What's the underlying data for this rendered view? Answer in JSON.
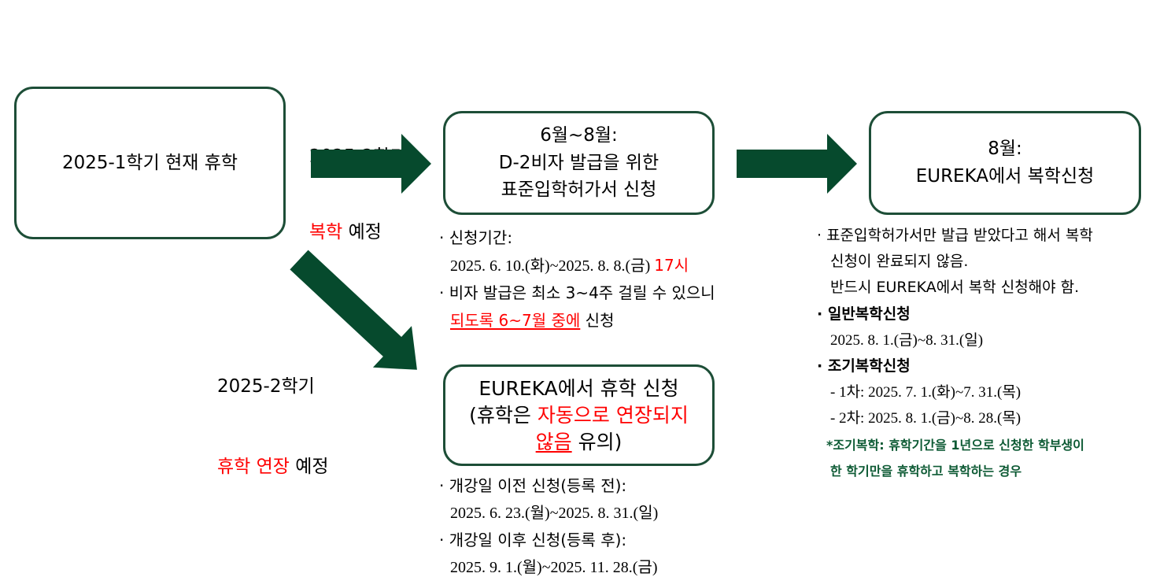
{
  "colors": {
    "box_border": "#1d4e37",
    "arrow_fill": "#064a2d",
    "highlight_red": "#ff0000",
    "note_green": "#0d5a34",
    "text": "#000000"
  },
  "icons": {
    "to_visa_step": "arrow-right-icon",
    "to_return_step": "arrow-right-icon",
    "to_extend_step": "arrow-down-right-icon"
  },
  "current_status": {
    "label": "2025-1학기 현재 휴학"
  },
  "return_branch": {
    "semester": "2025-2학기",
    "plan_highlight": "복학",
    "plan_rest": " 예정"
  },
  "extend_branch": {
    "semester": "2025-2학기",
    "plan_highlight": "휴학 연장",
    "plan_rest": " 예정"
  },
  "visa_step": {
    "lines": [
      "6월~8월:",
      "D-2비자 발급을 위한",
      "표준입학허가서 신청"
    ],
    "notes": {
      "period_label": "· 신청기간:",
      "period_dates": "2025. 6. 10.(화)~2025. 8. 8.(금) ",
      "period_deadline": "17시",
      "advice": "· 비자 발급은 최소 3~4주 걸릴 수 있으니",
      "advice_highlight": "되도록 6~7월 중에",
      "advice_rest": " 신청"
    }
  },
  "return_step": {
    "lines": [
      "8월:",
      "EUREKA에서 복학신청"
    ],
    "notes": {
      "warning": [
        "· 표준입학허가서만 발급 받았다고 해서 복학",
        "신청이 완료되지 않음.",
        "반드시 EUREKA에서 복학 신청해야 함."
      ],
      "regular_title": "· 일반복학신청",
      "regular_dates": "2025. 8. 1.(금)~8. 31.(일)",
      "early_title": "· 조기복학신청",
      "early_rounds": [
        "- 1차: 2025. 7. 1.(화)~7. 31.(목)",
        "- 2차: 2025. 8. 1.(금)~8. 28.(목)"
      ],
      "footnote": [
        "*조기복학: 휴학기간을 1년으로 신청한 학부생이",
        "한 학기만을 휴학하고 복학하는 경우"
      ]
    }
  },
  "extend_step": {
    "line1": "EUREKA에서 휴학 신청",
    "line2_prefix": "(휴학은 ",
    "line2_highlight": "자동으로 연장되지",
    "line3_highlight": "않음",
    "line3_rest": " 유의)",
    "notes": {
      "before_label": "· 개강일 이전 신청(등록 전):",
      "before_dates": "2025. 6. 23.(월)~2025. 8. 31.(일)",
      "after_label": "· 개강일 이후 신청(등록 후):",
      "after_dates": "2025. 9. 1.(월)~2025. 11. 28.(금)"
    }
  }
}
